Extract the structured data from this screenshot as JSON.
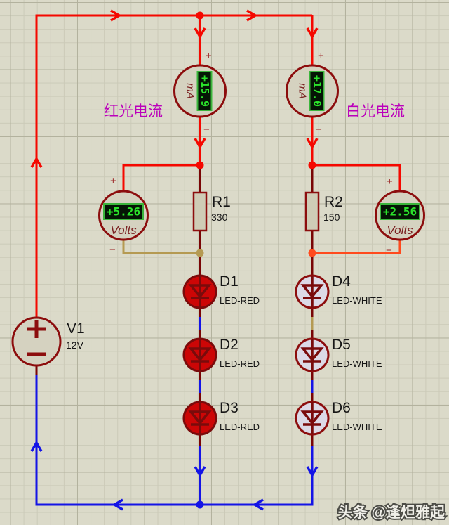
{
  "canvas": {
    "background": "#dbdac9",
    "grid_minor_color": "#cbcab8",
    "grid_major_color": "#b3b29e"
  },
  "colors": {
    "wire_positive": "#f50800",
    "wire_negative": "#1414e6",
    "wire_pin": "#790505",
    "wire_mid_tan": "#b59a52",
    "wire_mid_orange": "#ff4a1d",
    "component_border": "#8c0d0d",
    "component_fill": "#d5d2c0",
    "led_red_fill": "#cc0606",
    "led_white_fill": "#dcd9e6",
    "lcd_background": "#051505",
    "lcd_text": "#2be32b",
    "meter_text": "#7a2020",
    "annotation_text": "#bb00bb",
    "label_text": "#161616"
  },
  "annotations": {
    "red_current": "红光电流",
    "white_current": "白光电流",
    "watermark": "头条 @逢炟雅起"
  },
  "meters": {
    "ammeter_red": {
      "reading": "+15.9",
      "unit": "mA",
      "plus": "+",
      "minus": "−"
    },
    "ammeter_white": {
      "reading": "+17.0",
      "unit": "mA",
      "plus": "+",
      "minus": "−"
    },
    "voltmeter_red": {
      "reading": "+5.26",
      "unit": "Volts",
      "plus": "+",
      "minus": "−"
    },
    "voltmeter_white": {
      "reading": "+2.56",
      "unit": "Volts",
      "plus": "+",
      "minus": "−"
    }
  },
  "components": {
    "source": {
      "ref": "V1",
      "value": "12V"
    },
    "resistors": [
      {
        "ref": "R1",
        "value": "330"
      },
      {
        "ref": "R2",
        "value": "150"
      }
    ],
    "leds": [
      {
        "ref": "D1",
        "value": "LED-RED"
      },
      {
        "ref": "D2",
        "value": "LED-RED"
      },
      {
        "ref": "D3",
        "value": "LED-RED"
      },
      {
        "ref": "D4",
        "value": "LED-WHITE"
      },
      {
        "ref": "D5",
        "value": "LED-WHITE"
      },
      {
        "ref": "D6",
        "value": "LED-WHITE"
      }
    ]
  }
}
